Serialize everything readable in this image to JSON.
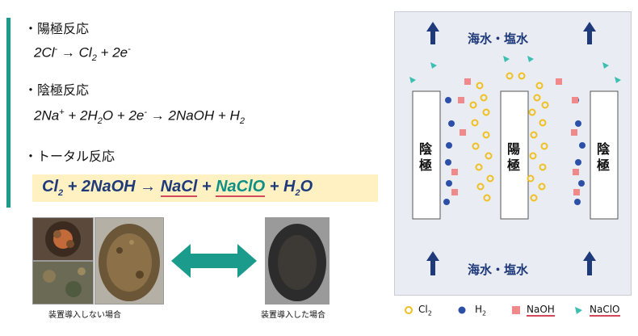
{
  "left": {
    "anode_heading": "・陽極反応",
    "cathode_heading": "・陰極反応",
    "total_heading": "・トータル反応",
    "anode_eq": {
      "a": "2Cl",
      "a_sup": "-",
      "arrow": " → ",
      "b": "Cl",
      "b_sub": "2",
      "c": " + 2e",
      "c_sup": "-"
    },
    "cathode_eq": {
      "a": "2Na",
      "a_sup": "+",
      "b": " + 2H",
      "b_sub": "2",
      "c": "O + 2e",
      "c_sup": "-",
      "d": " → 2NaOH + H",
      "d_sub": "2"
    },
    "total_eq": {
      "a": "Cl",
      "a_sub": "2",
      "b": " + 2NaOH → ",
      "nacl": "NaCl",
      "plus": " + ",
      "naclo": "NaClO",
      "c": " + H",
      "c_sub": "2",
      "d": "O"
    }
  },
  "photos": {
    "without_caption": "装置導入しない場合",
    "with_caption": "装置導入した場合"
  },
  "diagram": {
    "seawater_label": "海水・塩水",
    "cathode_label": "陰極",
    "anode_label": "陽極"
  },
  "legend": {
    "cl2": {
      "text": "Cl",
      "sub": "2"
    },
    "h2": {
      "text": "H",
      "sub": "2"
    },
    "naoh": "NaOH",
    "naclo": "NaClO"
  },
  "colors": {
    "accent": "#1a9b8c",
    "arrow_navy": "#1f3a7a",
    "cl2_ring": "#f0c020",
    "h2_ball": "#2c4fa8",
    "naoh_square": "#f08a8a",
    "naclo_mark": "#3bbfb0"
  }
}
